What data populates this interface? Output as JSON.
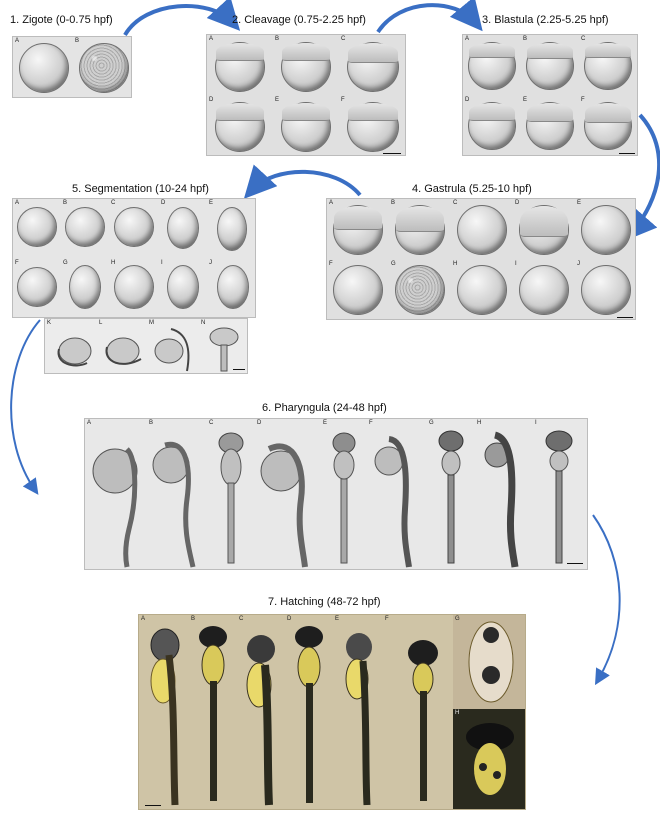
{
  "stages": [
    {
      "title": "1. Zigote (0-0.75 hpf)",
      "labels": [
        "A",
        "B"
      ]
    },
    {
      "title": "2. Cleavage (0.75-2.25 hpf)",
      "labels": [
        "A",
        "B",
        "C",
        "D",
        "E",
        "F"
      ]
    },
    {
      "title": "3. Blastula (2.25-5.25 hpf)",
      "labels": [
        "A",
        "B",
        "C",
        "D",
        "E",
        "F"
      ]
    },
    {
      "title": "4. Gastrula (5.25-10 hpf)",
      "labels": [
        "A",
        "B",
        "C",
        "D",
        "E",
        "F",
        "G",
        "H",
        "I",
        "J"
      ]
    },
    {
      "title": "5. Segmentation (10-24 hpf)",
      "labels": [
        "A",
        "B",
        "C",
        "D",
        "E",
        "F",
        "G",
        "H",
        "I",
        "J",
        "K",
        "L",
        "M",
        "N"
      ]
    },
    {
      "title": "6. Pharyngula (24-48 hpf)",
      "labels": [
        "A",
        "B",
        "C",
        "D",
        "E",
        "F",
        "G",
        "H",
        "I"
      ]
    },
    {
      "title": "7. Hatching (48-72 hpf)",
      "labels": [
        "A",
        "B",
        "C",
        "D",
        "E",
        "F",
        "G",
        "H"
      ]
    }
  ],
  "colors": {
    "arrow": "#3a6fc4",
    "panel_grey": "#d8d8d8",
    "panel_color": "#cfc4a6"
  }
}
